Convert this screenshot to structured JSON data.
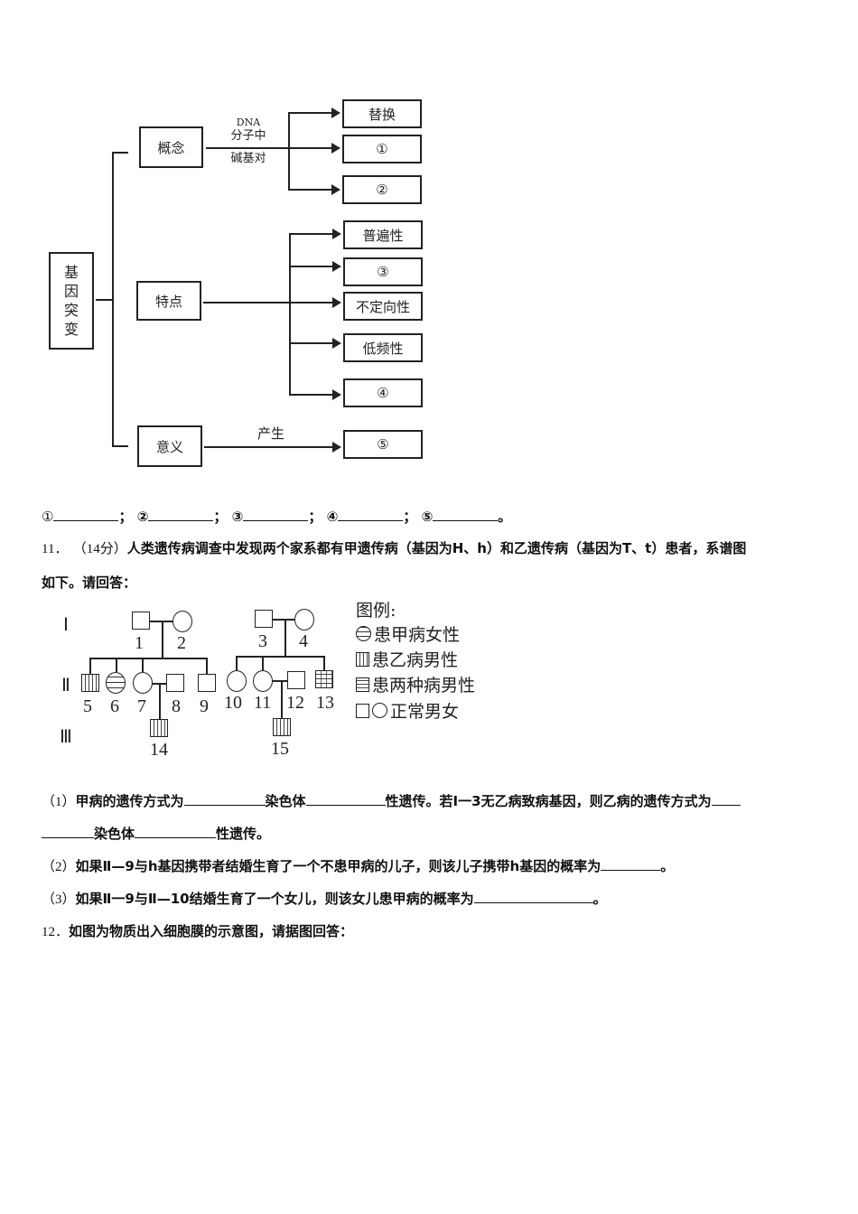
{
  "concept_map": {
    "root": "基因突变",
    "root_chars": [
      "基",
      "因",
      "突",
      "变"
    ],
    "branches": [
      {
        "label": "概念",
        "connector_label": [
          "DNA",
          "分子中",
          "碱基对"
        ],
        "targets": [
          "替换",
          "①",
          "②"
        ]
      },
      {
        "label": "特点",
        "connector_label": [],
        "targets": [
          "普遍性",
          "③",
          "不定向性",
          "低频性",
          "④"
        ]
      },
      {
        "label": "意义",
        "connector_label": [
          "产生"
        ],
        "targets": [
          "⑤"
        ]
      }
    ]
  },
  "fill_blanks_line": {
    "items": [
      "①",
      "②",
      "③",
      "④",
      "⑤"
    ],
    "separator": "；",
    "end": "。"
  },
  "question11": {
    "number": "11．",
    "score": "（14分）",
    "stem_line1": "人类遗传病调查中发现两个家系都有甲遗传病（基因为H、h）和乙遗传病（基因为T、t）患者，系谱图",
    "stem_line2": "如下。请回答：",
    "pedigree": {
      "generations": [
        "Ⅰ",
        "Ⅱ",
        "Ⅲ"
      ],
      "individuals": [
        {
          "id": "1",
          "sex": "male",
          "status": "normal"
        },
        {
          "id": "2",
          "sex": "female",
          "status": "normal"
        },
        {
          "id": "3",
          "sex": "male",
          "status": "normal"
        },
        {
          "id": "4",
          "sex": "female",
          "status": "normal"
        },
        {
          "id": "5",
          "sex": "male",
          "status": "乙病"
        },
        {
          "id": "6",
          "sex": "female",
          "status": "甲病"
        },
        {
          "id": "7",
          "sex": "female",
          "status": "normal"
        },
        {
          "id": "8",
          "sex": "male",
          "status": "normal"
        },
        {
          "id": "9",
          "sex": "male",
          "status": "normal"
        },
        {
          "id": "10",
          "sex": "female",
          "status": "normal"
        },
        {
          "id": "11",
          "sex": "female",
          "status": "normal"
        },
        {
          "id": "12",
          "sex": "male",
          "status": "normal"
        },
        {
          "id": "13",
          "sex": "male",
          "status": "两种病"
        },
        {
          "id": "14",
          "sex": "male",
          "status": "乙病"
        },
        {
          "id": "15",
          "sex": "male",
          "status": "乙病"
        }
      ],
      "legend": {
        "title": "图例:",
        "items": [
          "患甲病女性",
          "患乙病男性",
          "患两种病男性",
          "正常男女"
        ]
      }
    },
    "sub1": {
      "label": "（1）",
      "part_a": "甲病的遗传方式为",
      "part_b": "染色体",
      "part_c": "性遗传。若Ⅰ一3无乙病致病基因，则乙病的遗传方式为",
      "part_d": "染色体",
      "part_e": "性遗传。"
    },
    "sub2": {
      "label": "（2）",
      "text": "如果Ⅱ—9与h基因携带者结婚生育了一个不患甲病的儿子，则该儿子携带h基因的概率为",
      "end": "。"
    },
    "sub3": {
      "label": "（3）",
      "text": "如果Ⅱ一9与Ⅱ—10结婚生育了一个女儿，则该女儿患甲病的概率为",
      "end": "。"
    }
  },
  "question12": {
    "number": "12．",
    "text": "如图为物质出入细胞膜的示意图，请据图回答："
  }
}
